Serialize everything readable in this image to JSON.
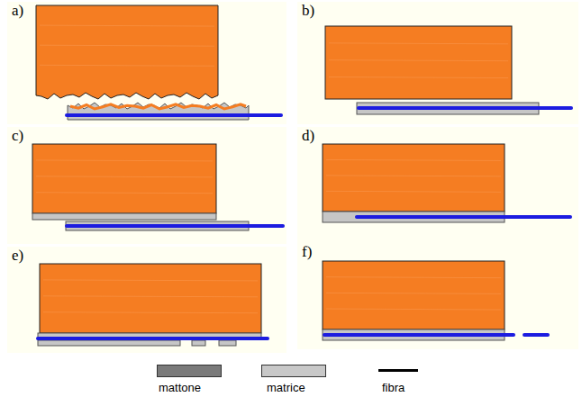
{
  "diagram": {
    "nodes": [
      {
        "text": [
          "a)"
        ]
      },
      {
        "text": [
          "b)"
        ]
      },
      {
        "text": [
          "c)"
        ]
      },
      {
        "text": [
          "d)"
        ]
      },
      {
        "text": [
          "e)"
        ]
      },
      {
        "text": [
          "f)"
        ]
      }
    ],
    "legend": [
      {
        "text": "mattone",
        "color": "#7a7a7a"
      },
      {
        "text": "matrice",
        "color": "#c8c8c8"
      },
      {
        "text": "fibra"
      }
    ]
  }
}
